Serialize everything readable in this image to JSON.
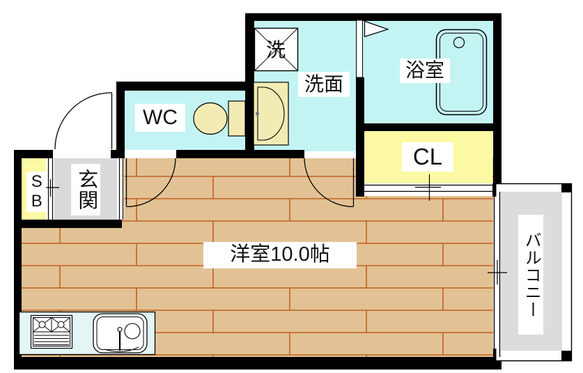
{
  "title": "apartment-floor-plan",
  "colors": {
    "wall": "#000000",
    "room_cyan": "#c3f4f3",
    "accent_yellow": "#fcf9a4",
    "fixture_cream": "#f2ecb4",
    "entrance_gray": "#d9d9d9",
    "balcony_gray": "#dcdcdc",
    "floor_tan": "#e2c295",
    "floor_line": "#c1601e",
    "counter_cyan": "#e3f5f5",
    "label_ink": "#111111"
  },
  "labels": {
    "washer": "洗",
    "washroom": "洗面",
    "bathroom": "浴室",
    "wc": "WC",
    "closet": "CL",
    "entrance": "玄関",
    "shoebox": "SB",
    "balcony": "バルコニー",
    "main_room": "洋室10.0帖"
  }
}
